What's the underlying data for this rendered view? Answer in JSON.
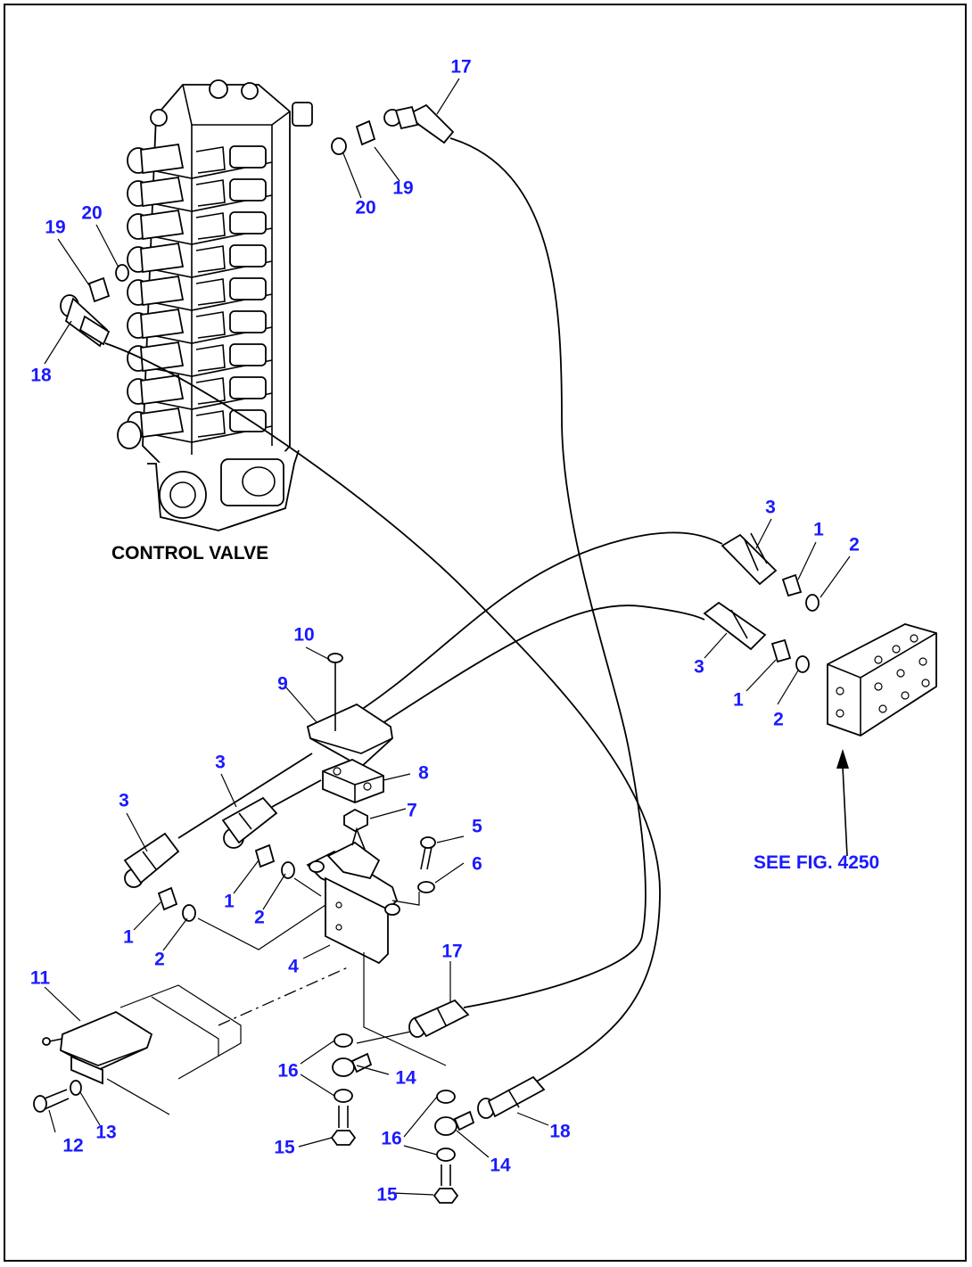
{
  "labels": {
    "control_valve": "CONTROL VALVE",
    "see_fig": "SEE FIG. 4250"
  },
  "callouts": {
    "c1a": "1",
    "c1b": "1",
    "c1c": "1",
    "c1d": "1",
    "c2a": "2",
    "c2b": "2",
    "c2c": "2",
    "c2d": "2",
    "c3a": "3",
    "c3b": "3",
    "c3c": "3",
    "c3d": "3",
    "c4": "4",
    "c5": "5",
    "c6": "6",
    "c7": "7",
    "c8": "8",
    "c9": "9",
    "c10": "10",
    "c11": "11",
    "c12": "12",
    "c13": "13",
    "c14a": "14",
    "c14b": "14",
    "c15a": "15",
    "c15b": "15",
    "c16a": "16",
    "c16b": "16",
    "c17a": "17",
    "c17b": "17",
    "c18a": "18",
    "c18b": "18",
    "c19a": "19",
    "c19b": "19",
    "c20a": "20",
    "c20b": "20"
  },
  "colors": {
    "callout": "#1a1aff",
    "line": "#000000"
  }
}
